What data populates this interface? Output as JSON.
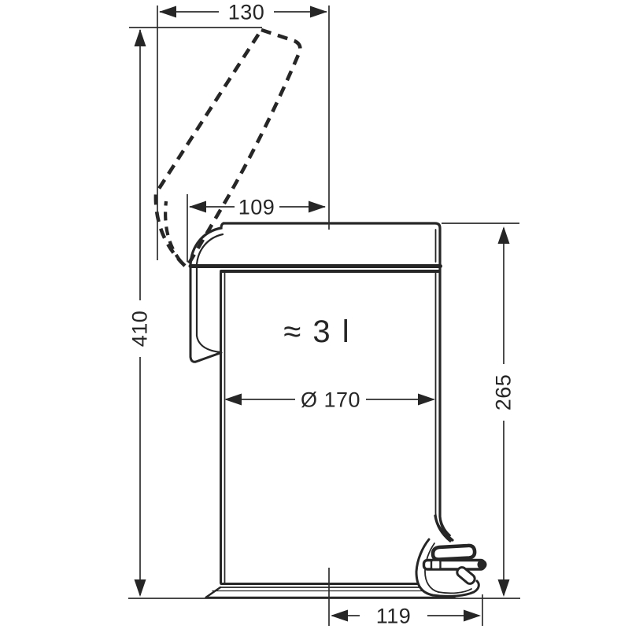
{
  "colors": {
    "ink": "#262626",
    "dim_line": "#2e2e2e",
    "background": "#ffffff"
  },
  "capacity_label": "≈ 3 l",
  "dimensions": {
    "top_width": "130",
    "lid_depth": "109",
    "total_height": "410",
    "body_height": "265",
    "diameter": "Ø 170",
    "pedal_depth": "119"
  }
}
